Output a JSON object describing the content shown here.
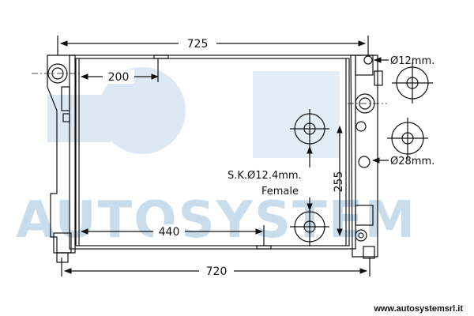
{
  "dimensions": {
    "top_width": "725",
    "bottom_width": "720",
    "upper_offset": "200",
    "lower_offset": "440",
    "height": "255"
  },
  "callouts": {
    "pipe_small": "Ø12mm.",
    "pipe_large": "Ø28mm.",
    "sensor_line1": "S.K.Ø12.4mm.",
    "sensor_line2": "Female"
  },
  "watermark": "AUTOSYSTEM",
  "website": "www.autosystemsrl.it",
  "colors": {
    "line": "#111111",
    "watermark": "#c9dcec"
  }
}
